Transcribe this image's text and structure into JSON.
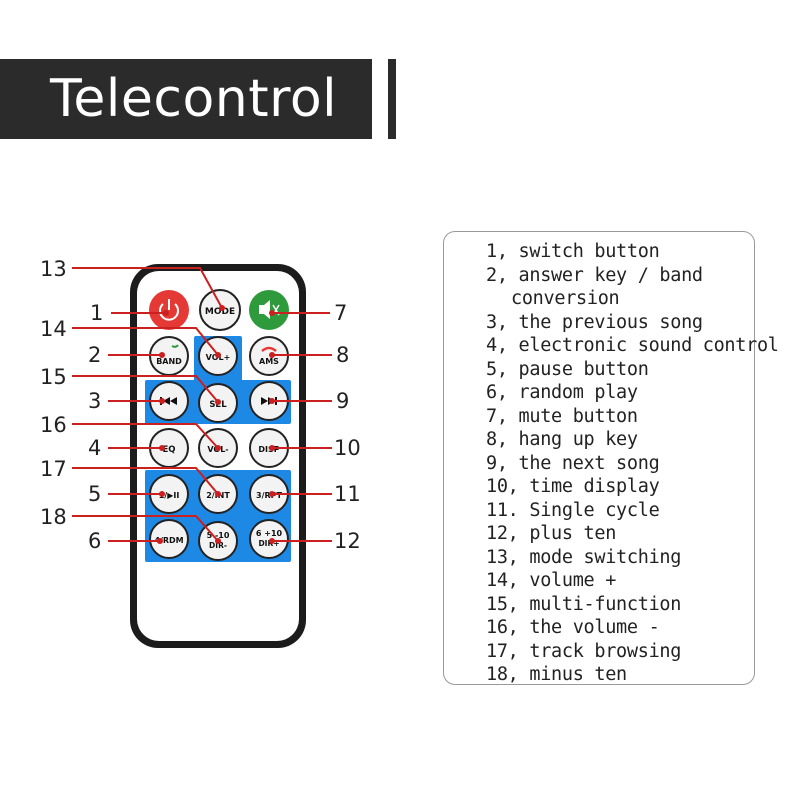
{
  "title": "Telecontrol",
  "legend": [
    "1, switch button",
    "2, answer key / band",
    "conversion",
    "3, the previous song",
    "4, electronic sound control",
    "5, pause button",
    "6, random play",
    "7, mute button",
    "8, hang up key",
    "9, the next song",
    "10, time display",
    "11. Single cycle",
    "12, plus ten",
    "13, mode switching",
    "14, volume +",
    "15, multi-function",
    "16, the volume -",
    "17, track browsing",
    "18, minus ten"
  ],
  "callouts": {
    "n1": "1",
    "n2": "2",
    "n3": "3",
    "n4": "4",
    "n5": "5",
    "n6": "6",
    "n7": "7",
    "n8": "8",
    "n9": "9",
    "n10": "10",
    "n11": "11",
    "n12": "12",
    "n13": "13",
    "n14": "14",
    "n15": "15",
    "n16": "16",
    "n17": "17",
    "n18": "18"
  },
  "buttons": {
    "mode": "MODE",
    "band": "BAND",
    "vol_plus": "VOL+",
    "ams": "AMS",
    "sel": "SEL",
    "eq": "EQ",
    "vol_minus": "VOL-",
    "disp": "DISP",
    "one": "1/▶II",
    "two_int": "2/INT",
    "three_rpt": "3/RPT",
    "four_rdm": "4/RDM",
    "five_a": "5 -10",
    "five_b": "DIR-",
    "six_a": "6 +10",
    "six_b": "DIR+"
  },
  "colors": {
    "power": "#e53935",
    "mute": "#2e9a3c",
    "blue_panel": "#1e88e5",
    "callout_line": "#cc1f1f"
  }
}
